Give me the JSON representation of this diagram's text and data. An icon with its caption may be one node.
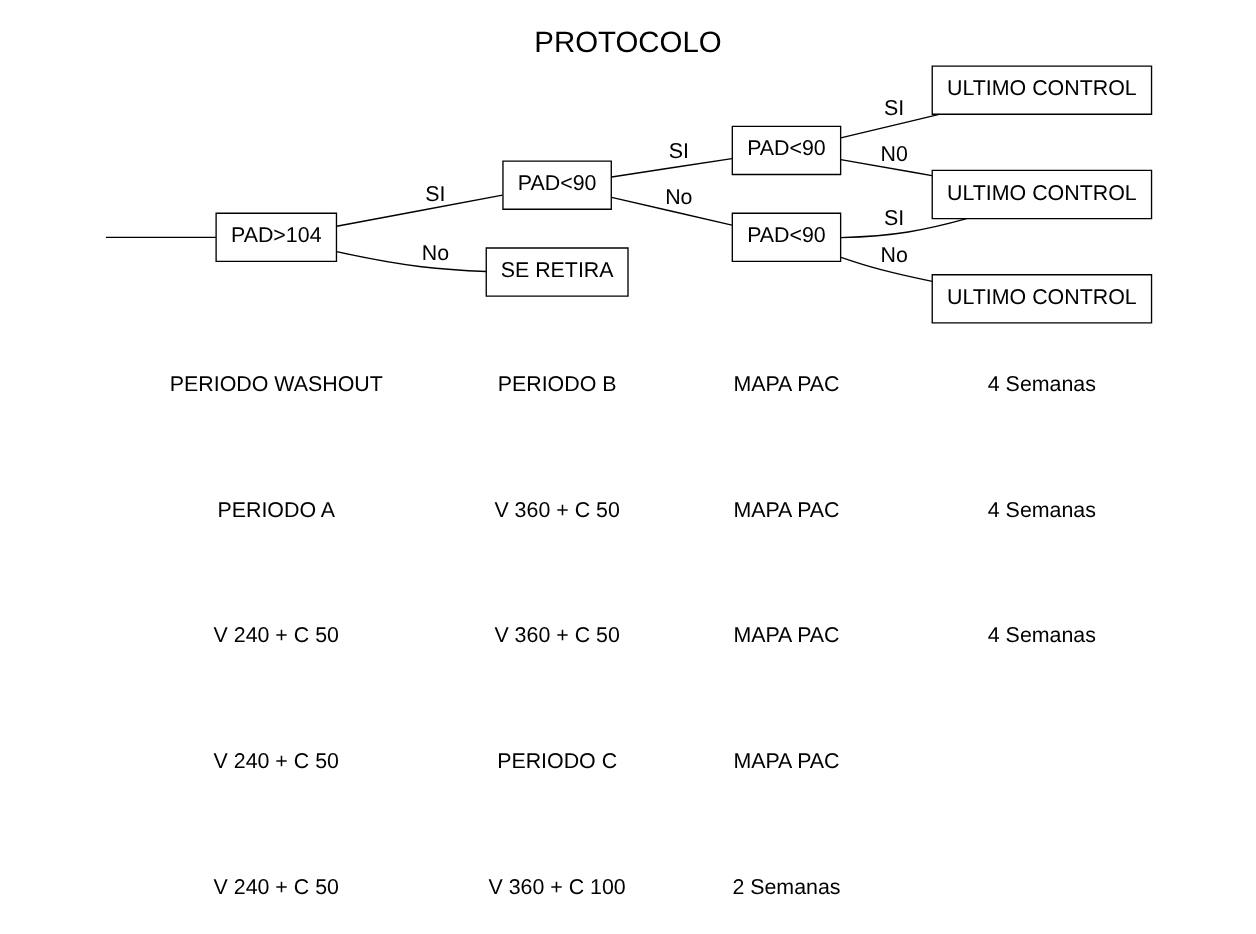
{
  "diagram": {
    "title": "PROTOCOLO",
    "nodes": [
      {
        "text": [
          "PAD>104"
        ]
      },
      {
        "text": [
          "PAD<90"
        ]
      },
      {
        "text": [
          "PAD<90"
        ]
      },
      {
        "text": [
          "ULTIMO CONTROL"
        ]
      },
      {
        "text": [
          "SE RETIRA"
        ]
      },
      {
        "text": [
          "PAD<90"
        ]
      },
      {
        "text": [
          "ULTIMO CONTROL"
        ]
      },
      {
        "text": [
          "ULTIMO CONTROL"
        ]
      }
    ],
    "edges": [
      {
        "from": null,
        "to": 0,
        "arrow": "none"
      },
      {
        "from": 0,
        "to": 1,
        "arrow": "none",
        "label": "SI"
      },
      {
        "from": 1,
        "to": 2,
        "arrow": "none",
        "label": "SI"
      },
      {
        "from": 2,
        "to": 3,
        "arrow": "none",
        "label": "SI"
      },
      {
        "from": 0,
        "to": 4,
        "arrow": "none",
        "label": "No"
      },
      {
        "from": 1,
        "to": 5,
        "arrow": "none",
        "label": "No"
      },
      {
        "from": 2,
        "to": 6,
        "arrow": "none",
        "label": "N0"
      },
      {
        "from": 5,
        "to": 6,
        "arrow": "none",
        "label": "SI"
      },
      {
        "from": 5,
        "to": 7,
        "arrow": "none",
        "label": "No"
      }
    ],
    "labels": [
      "PERIODO WASHOUT",
      "PERIODO A",
      "V 240 + C 50",
      "V 240 + C 50",
      "V 240 + C 50",
      "PERIODO B",
      "V 360 + C 50",
      "V 360 + C 50",
      "PERIODO C",
      "V 360 + C 100",
      "MAPA PAC",
      "MAPA PAC",
      "MAPA PAC",
      "MAPA PAC",
      "2 Semanas",
      "4 Semanas",
      "4 Semanas",
      "4 Semanas"
    ]
  }
}
